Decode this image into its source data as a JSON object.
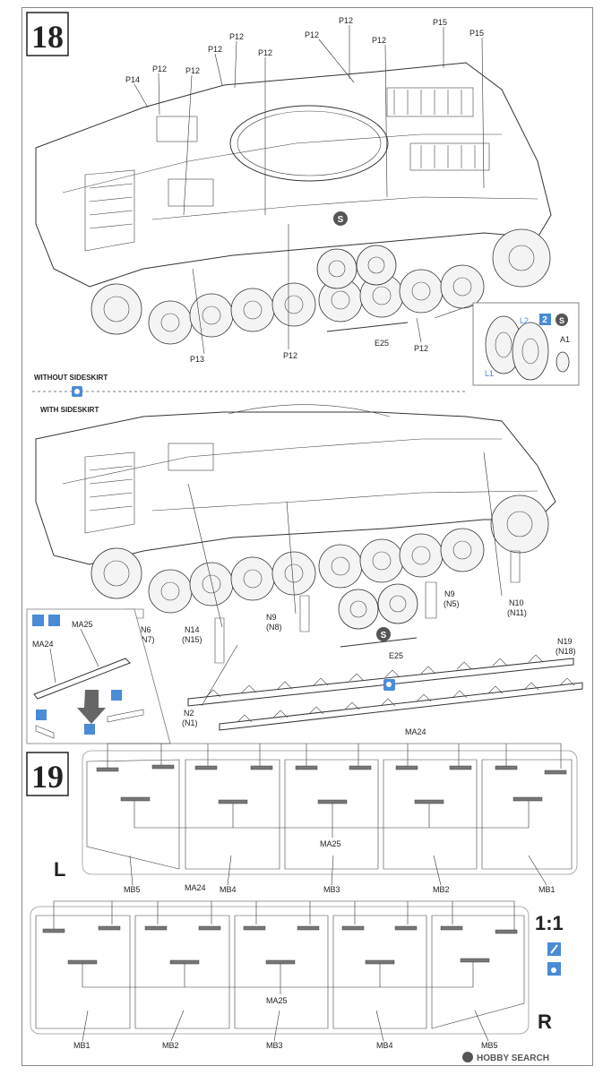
{
  "steps": {
    "first": "18",
    "second": "19"
  },
  "step18": {
    "labels_top": [
      "P14",
      "P12",
      "P12",
      "P12",
      "P12",
      "P12",
      "P12",
      "P12",
      "P12",
      "P15",
      "P15"
    ],
    "labels_bottom": [
      "P13",
      "P12",
      "E25",
      "P12"
    ],
    "inset": {
      "l2": "L2",
      "a1": "A1",
      "l1": "L1",
      "qty": "2",
      "tag": "S"
    },
    "without_sideskirt": "WITHOUT SIDESKIRT",
    "with_sideskirt": "WITH SIDESKIRT",
    "lower_labels": {
      "n6": "N6",
      "n7": "(N7)",
      "n14": "N14",
      "n15": "(N15)",
      "n9a": "N9",
      "n8": "(N8)",
      "n9b": "N9",
      "n5": "(N5)",
      "n10": "N10",
      "n11": "(N11)",
      "e25": "E25",
      "n19": "N19",
      "n18": "(N18)",
      "n2": "N2",
      "n1": "(N1)",
      "ma25": "MA25",
      "ma24": "MA24"
    },
    "s_badge": "S"
  },
  "step19": {
    "left_side": "L",
    "right_side": "R",
    "scale": "1:1",
    "ma24": "MA24",
    "ma25": "MA25",
    "left_plates": [
      "MB5",
      "MB4",
      "MB3",
      "MB2",
      "MB1"
    ],
    "right_plates": [
      "MB1",
      "MB2",
      "MB3",
      "MB4",
      "MB5"
    ]
  },
  "watermark": "HOBBY SEARCH"
}
